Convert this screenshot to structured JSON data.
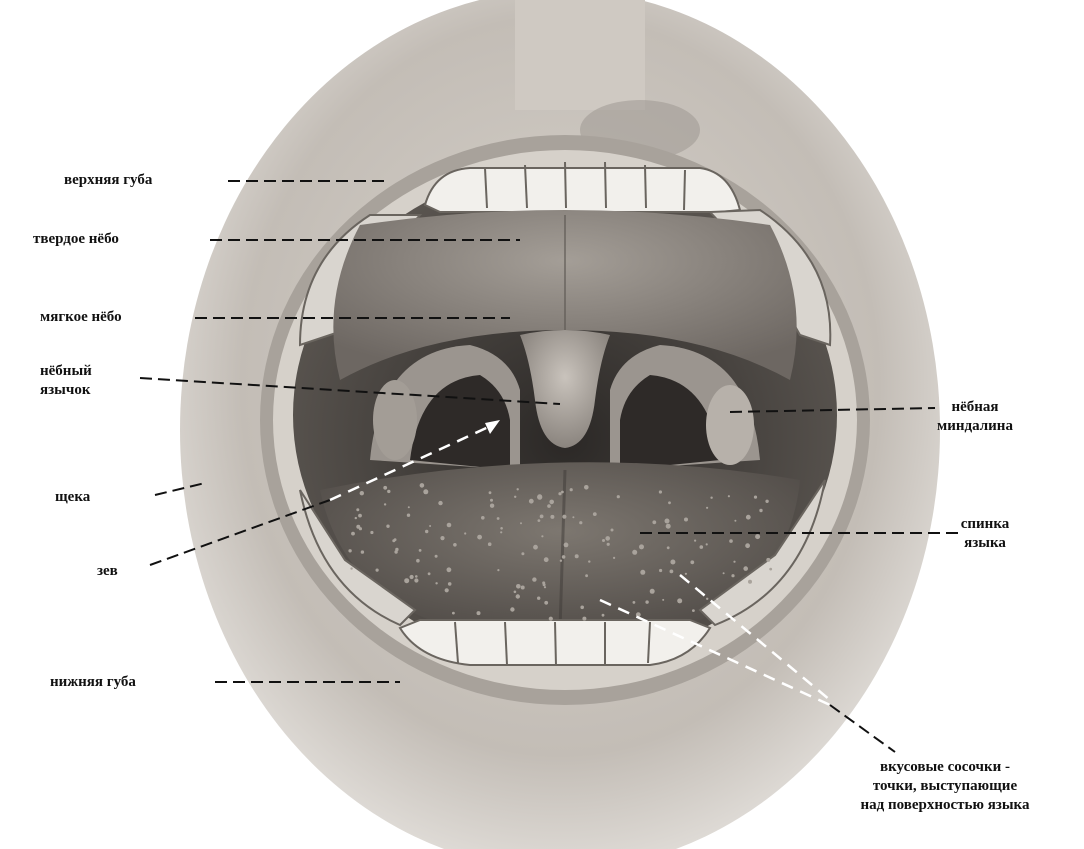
{
  "labels": {
    "upper_lip": "верхняя губа",
    "hard_palate": "твердое нёбо",
    "soft_palate": "мягкое нёбо",
    "uvula_line1": "нёбный",
    "uvula_line2": "язычок",
    "cheek": "щека",
    "fauces": "зев",
    "lower_lip": "нижняя губа",
    "tonsil_line1": "нёбная",
    "tonsil_line2": "миндалина",
    "tongue_back_line1": "спинка",
    "tongue_back_line2": "языка",
    "papillae_line1": "вкусовые сосочки -",
    "papillae_line2": "точки, выступающие",
    "papillae_line3": "над поверхностью языка"
  },
  "colors": {
    "ink": "#111111",
    "skin_light": "#e6e2dc",
    "skin_mid": "#b9b3ab",
    "cavity_dark": "#3a3633",
    "palate": "#8f8983",
    "tongue": "#6e6862",
    "teeth": "#f2f0ec"
  }
}
